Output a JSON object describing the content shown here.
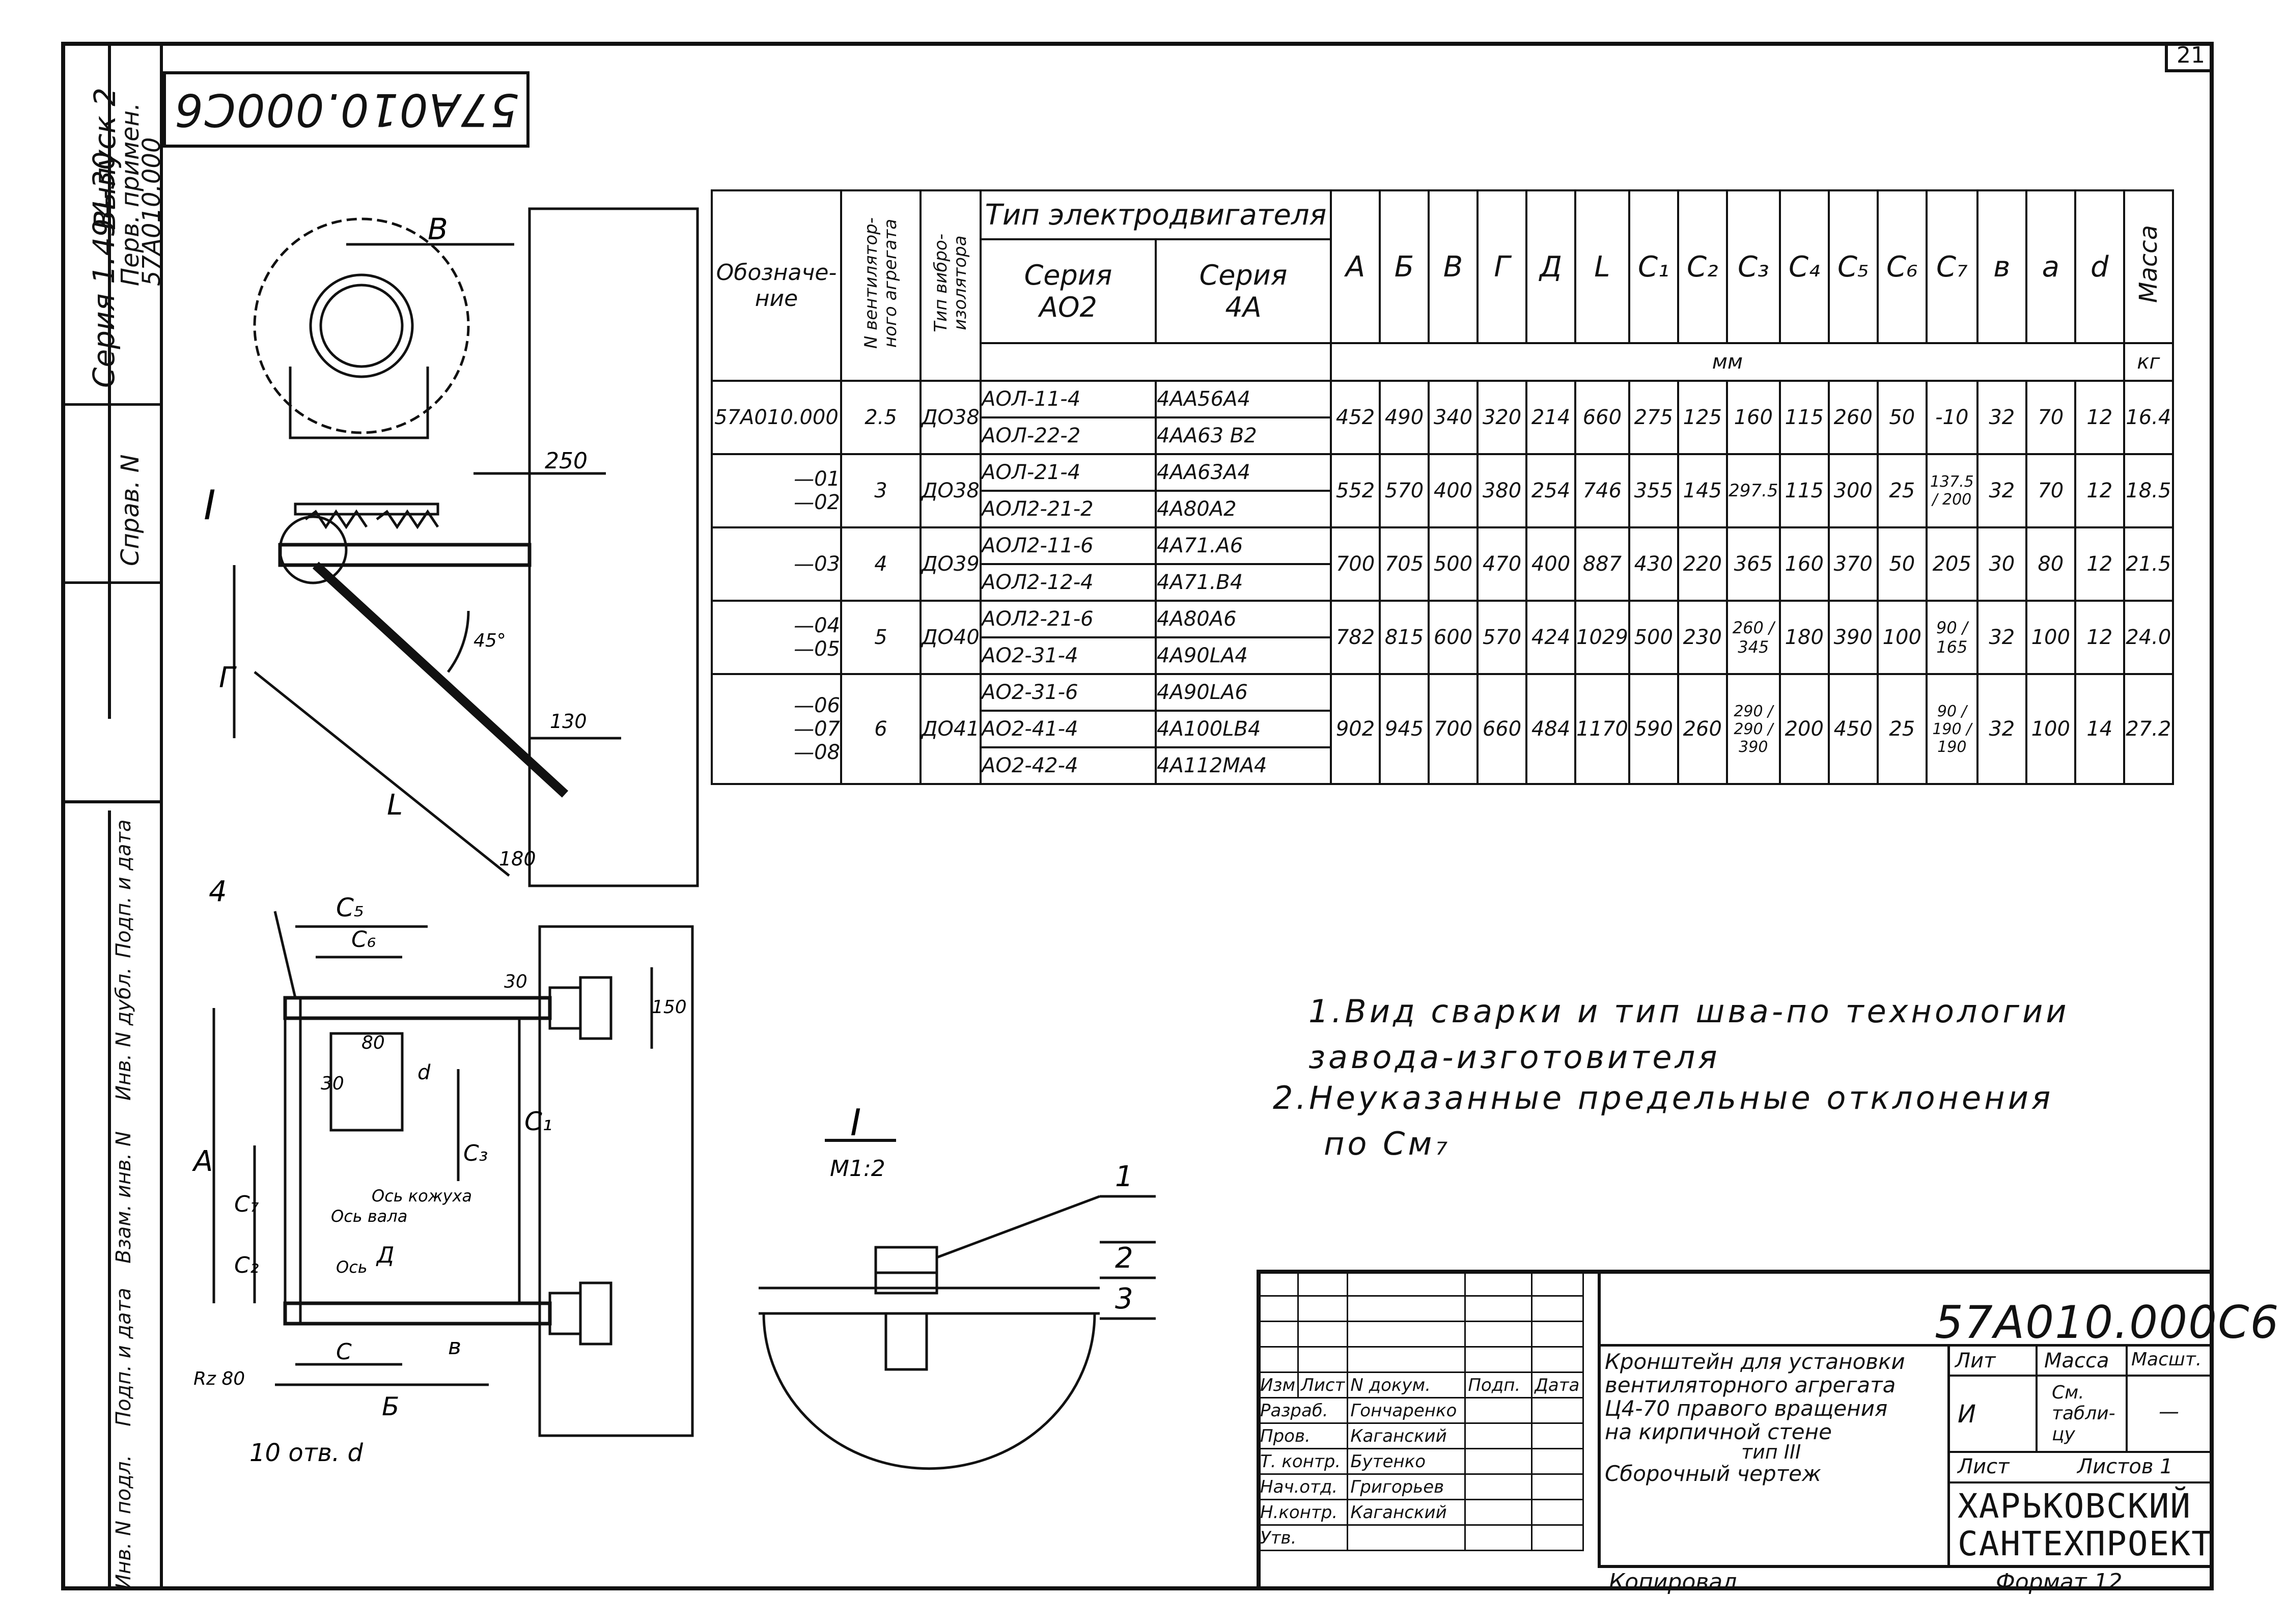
{
  "sheet_number": "21",
  "document_code_rotated": "57A010.000C6",
  "left_strip": {
    "series": "Серия 1.494-30",
    "issue": "Выпуск 2",
    "first_use_label": "Перв. примен.",
    "first_use_value": "57А010.000",
    "ref_label": "Справ. N",
    "sign_labels": [
      "Инв. N подл.",
      "Подп. и дата",
      "Взам. инв. N",
      "Инв. N дубл.",
      "Подп. и дата"
    ]
  },
  "table": {
    "col_designation": "Обозначе-\nние",
    "col_unit_no": "N вентилятор-\nного агрегата",
    "col_vibro": "Тип вибро-\nизолятора",
    "col_motor_type": "Тип электродвигателя",
    "col_series_ao2": "Серия\nАО2",
    "col_series_4a": "Серия\n4А",
    "dim_cols": [
      "А",
      "Б",
      "В",
      "Г",
      "Д",
      "L",
      "C₁",
      "C₂",
      "C₃",
      "C₄",
      "C₅",
      "C₆",
      "C₇",
      "в",
      "a",
      "d"
    ],
    "col_mass": "Масса",
    "unit_mm": "мм",
    "unit_kg": "кг",
    "rows": [
      {
        "des": "57А010.000",
        "no": "2.5",
        "vib": "ДО38",
        "ao2": [
          "АОЛ-11-4",
          "АОЛ-22-2"
        ],
        "a4": [
          "4АА56А4",
          "4АА63 В2"
        ],
        "dims": [
          "452",
          "490",
          "340",
          "320",
          "214",
          "660",
          "275",
          "125",
          "160",
          "115",
          "260",
          "50",
          "-10",
          "32",
          "70",
          "12"
        ],
        "mass": "16.4"
      },
      {
        "des": "—01\n—02",
        "no": "3",
        "vib": "ДО38",
        "ao2": [
          "АОЛ-21-4",
          "АОЛ2-21-2"
        ],
        "a4": [
          "4АА63А4",
          "4А80А2"
        ],
        "dims": [
          "552",
          "570",
          "400",
          "380",
          "254",
          "746",
          "355",
          "145",
          "297.5",
          "115",
          "300",
          "25",
          "137.5 / 200",
          "32",
          "70",
          "12"
        ],
        "mass": "18.5"
      },
      {
        "des": "—03",
        "no": "4",
        "vib": "ДО39",
        "ao2": [
          "АОЛ2-11-6",
          "АОЛ2-12-4"
        ],
        "a4": [
          "4А71.А6",
          "4А71.В4"
        ],
        "dims": [
          "700",
          "705",
          "500",
          "470",
          "400",
          "887",
          "430",
          "220",
          "365",
          "160",
          "370",
          "50",
          "205",
          "30",
          "80",
          "12"
        ],
        "mass": "21.5"
      },
      {
        "des": "—04\n—05",
        "no": "5",
        "vib": "ДО40",
        "ao2": [
          "АОЛ2-21-6",
          "АО2-31-4"
        ],
        "a4": [
          "4А80А6",
          "4А90LА4"
        ],
        "dims": [
          "782",
          "815",
          "600",
          "570",
          "424",
          "1029",
          "500",
          "230",
          "260 / 345",
          "180",
          "390",
          "100",
          "90 / 165",
          "32",
          "100",
          "12"
        ],
        "mass": "24.0"
      },
      {
        "des": "—06\n—07\n—08",
        "no": "6",
        "vib": "ДО41",
        "ao2": [
          "АО2-31-6",
          "АО2-41-4",
          "АО2-42-4"
        ],
        "a4": [
          "4А90LА6",
          "4А100LВ4",
          "4А112МА4"
        ],
        "dims": [
          "902",
          "945",
          "700",
          "660",
          "484",
          "1170",
          "590",
          "260",
          "290 / 290 / 390",
          "200",
          "450",
          "25",
          "90 / 190 / 190",
          "32",
          "100",
          "14"
        ],
        "mass": "27.2"
      }
    ]
  },
  "notes": [
    "1.Вид сварки и тип шва-по технологии",
    "завода-изготовителя",
    "2.Неуказанные предельные отклонения",
    "по См₇"
  ],
  "drawing_labels": {
    "top_view": {
      "B": "В",
      "r": "Г",
      "L": "L",
      "ang": "45°",
      "d250": "250",
      "d130": "130",
      "d180": "180",
      "detail": "I"
    },
    "front_view": {
      "n4": "4",
      "C5": "C₅",
      "C6": "C₆",
      "C1": "C₁",
      "C3": "C₃",
      "C7": "C₇",
      "C2": "C₂",
      "A": "А",
      "D": "Д",
      "C": "C",
      "B2": "Б",
      "b": "в",
      "d": "d",
      "s30a": "30",
      "s30b": "30",
      "s80": "80",
      "s150": "150",
      "axis_vent": "Ось вала",
      "axis_bracket": "Ось кожуха",
      "axis": "Ось",
      "rz": "Rz 80",
      "holes": "10 отв. d"
    },
    "detail_view": {
      "title": "I",
      "scale": "М1:2",
      "p1": "1",
      "p2": "2",
      "p3": "3"
    }
  },
  "title_block": {
    "code": "57А010.000С6",
    "title_lines": [
      "Кронштейн для установки",
      "вентиляторного агрегата",
      "Ц4-70 правого вращения",
      "на кирпичной стене",
      "тип III",
      "Сборочный чертеж"
    ],
    "head": {
      "izm": "Изм",
      "list": "Лист",
      "ndoc": "N докум.",
      "podp": "Подп.",
      "data": "Дата"
    },
    "roles": [
      {
        "role": "Разраб.",
        "name": "Гончаренко"
      },
      {
        "role": "Пров.",
        "name": "Каганский"
      },
      {
        "role": "Т. контр.",
        "name": "Бутенко"
      },
      {
        "role": "Нач.отд.",
        "name": "Григорьев"
      },
      {
        "role": "Н.контр.",
        "name": "Каганский"
      },
      {
        "role": "Утв.",
        "name": ""
      }
    ],
    "lit_label": "Лит",
    "lit_value": "И",
    "mass_label": "Масса",
    "mass_value": "См. табли- цу",
    "scale_label": "Масшт.",
    "scale_value": "—",
    "sheet_label": "Лист",
    "sheets_label": "Листов 1",
    "org_line1": "ХАРЬКОВСКИЙ",
    "org_line2": "САНТЕХПРОЕКТ",
    "copied": "Копировал",
    "format": "Формат 12"
  }
}
